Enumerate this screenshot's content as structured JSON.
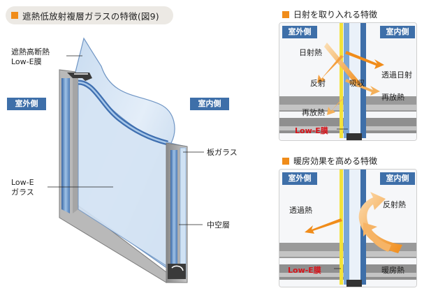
{
  "title": "遮熱低放射複層ガラスの特徴(図9)",
  "main": {
    "label_low_e_coat_line1": "遮熱高断熱",
    "label_low_e_coat_line2": "Low-E膜",
    "outdoor": "室外側",
    "indoor": "室内側",
    "label_low_e_glass_line1": "Low-E",
    "label_low_e_glass_line2": "ガラス",
    "label_glass_pane": "板ガラス",
    "label_air_gap": "中空層"
  },
  "solar": {
    "title": "日射を取り入れる特徴",
    "outdoor": "室外側",
    "indoor": "室内側",
    "sunlight": "日射熱",
    "reflected": "反射",
    "absorbed": "吸収",
    "transmitted": "透過日射",
    "reradiated_out": "再放熱",
    "reradiated_in": "再放熱",
    "low_e_film": "Low-E膜"
  },
  "heating": {
    "title": "暖房効果を高める特徴",
    "outdoor": "室外側",
    "indoor": "室内側",
    "transmitted_heat": "透過熱",
    "reflected_heat": "反射熱",
    "heating_heat": "暖房熱",
    "low_e_film": "Low-E膜"
  },
  "colors": {
    "accent": "#f08c1a",
    "badge": "#3e6fa9",
    "low_e_red": "#d8131a",
    "glass_blue": "#7aa6d6",
    "low_e_yellow": "#f3e23a"
  }
}
